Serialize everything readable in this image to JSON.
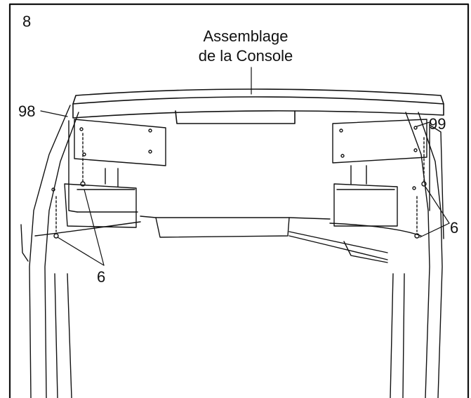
{
  "step_number": "8",
  "callouts": {
    "assembly_title_line1": "Assemblage",
    "assembly_title_line2": "de la Console",
    "part_98": "98",
    "part_99": "99",
    "screw_left": "6",
    "screw_right": "6"
  },
  "colors": {
    "line": "#111111",
    "background": "#ffffff"
  }
}
